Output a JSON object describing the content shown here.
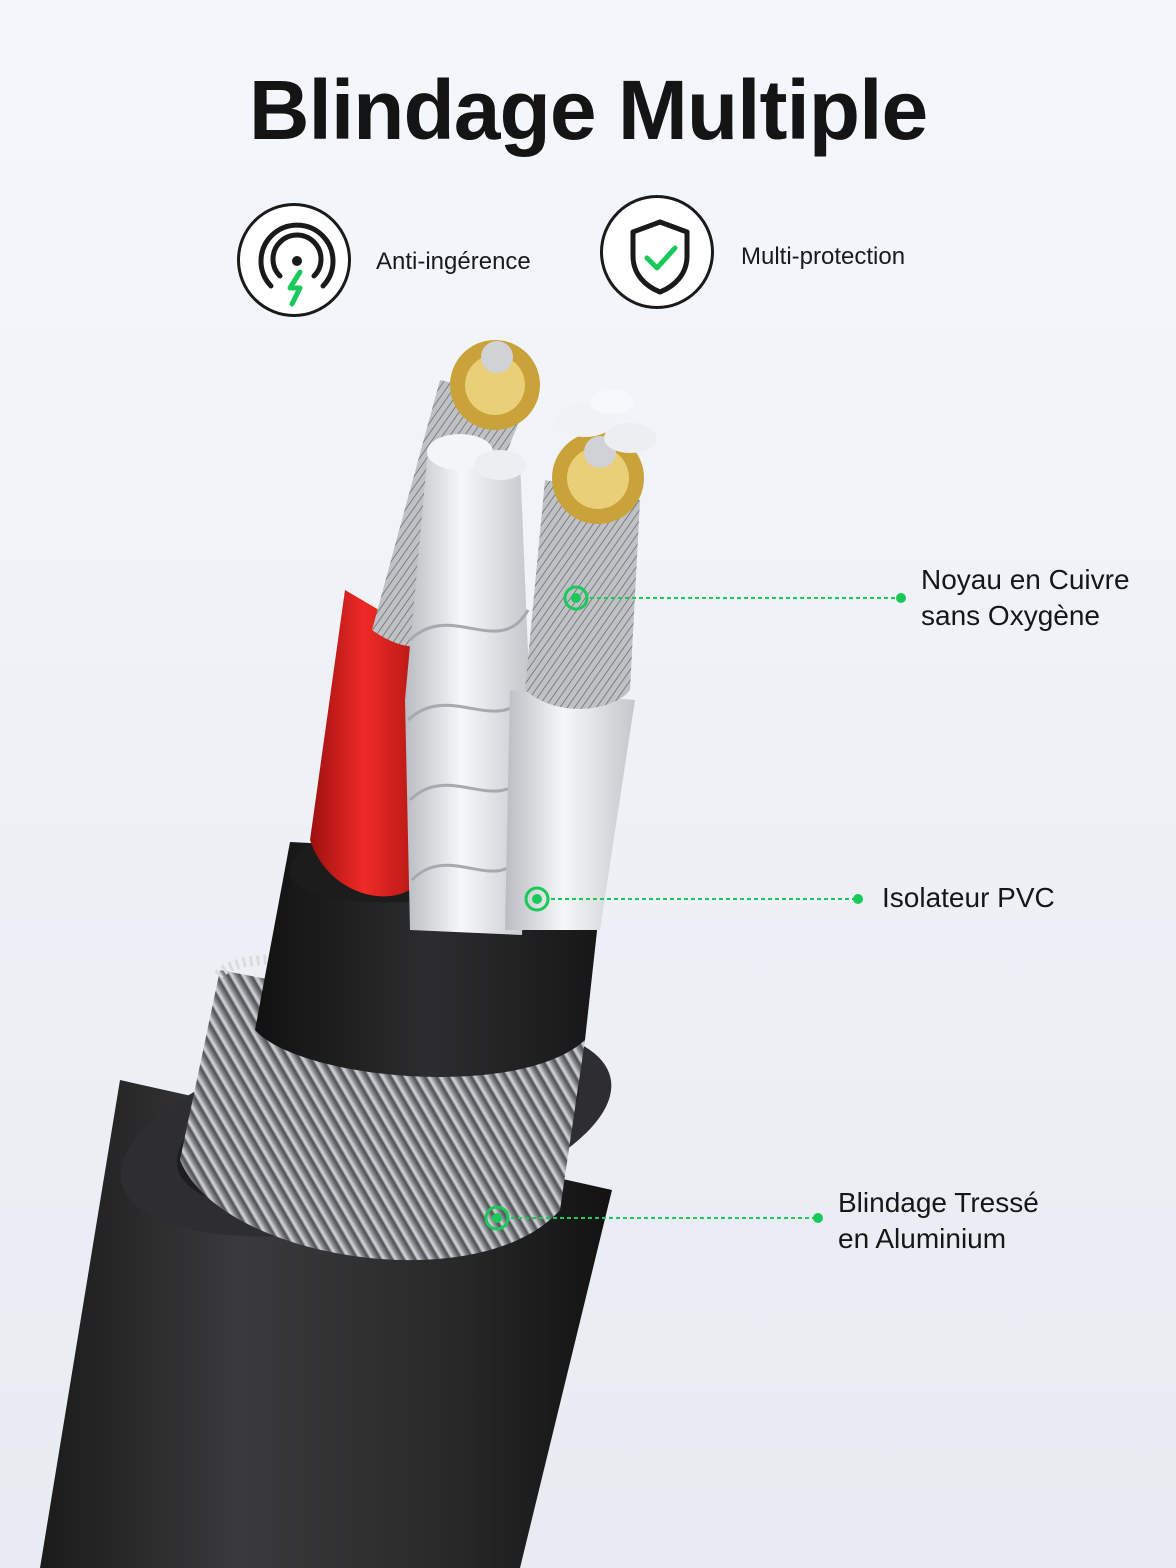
{
  "header": {
    "title": "Blindage Multiple"
  },
  "features": [
    {
      "icon": "signal-bolt-icon",
      "label": "Anti-ingérence"
    },
    {
      "icon": "shield-check-icon",
      "label": "Multi-protection"
    }
  ],
  "callouts": [
    {
      "lines": [
        "Noyau en Cuivre",
        "sans Oxygène"
      ]
    },
    {
      "lines": [
        "Isolateur PVC"
      ]
    },
    {
      "lines": [
        "Blindage Tressé",
        "en Aluminium"
      ]
    }
  ],
  "colors": {
    "accent_green": "#19c95a",
    "jacket_black": "#2b2b2d",
    "insulation_red": "#e3211f",
    "insulation_white": "#e9eaec",
    "copper_gold": "#c9a23a",
    "braid_silver": "#a9abae"
  }
}
